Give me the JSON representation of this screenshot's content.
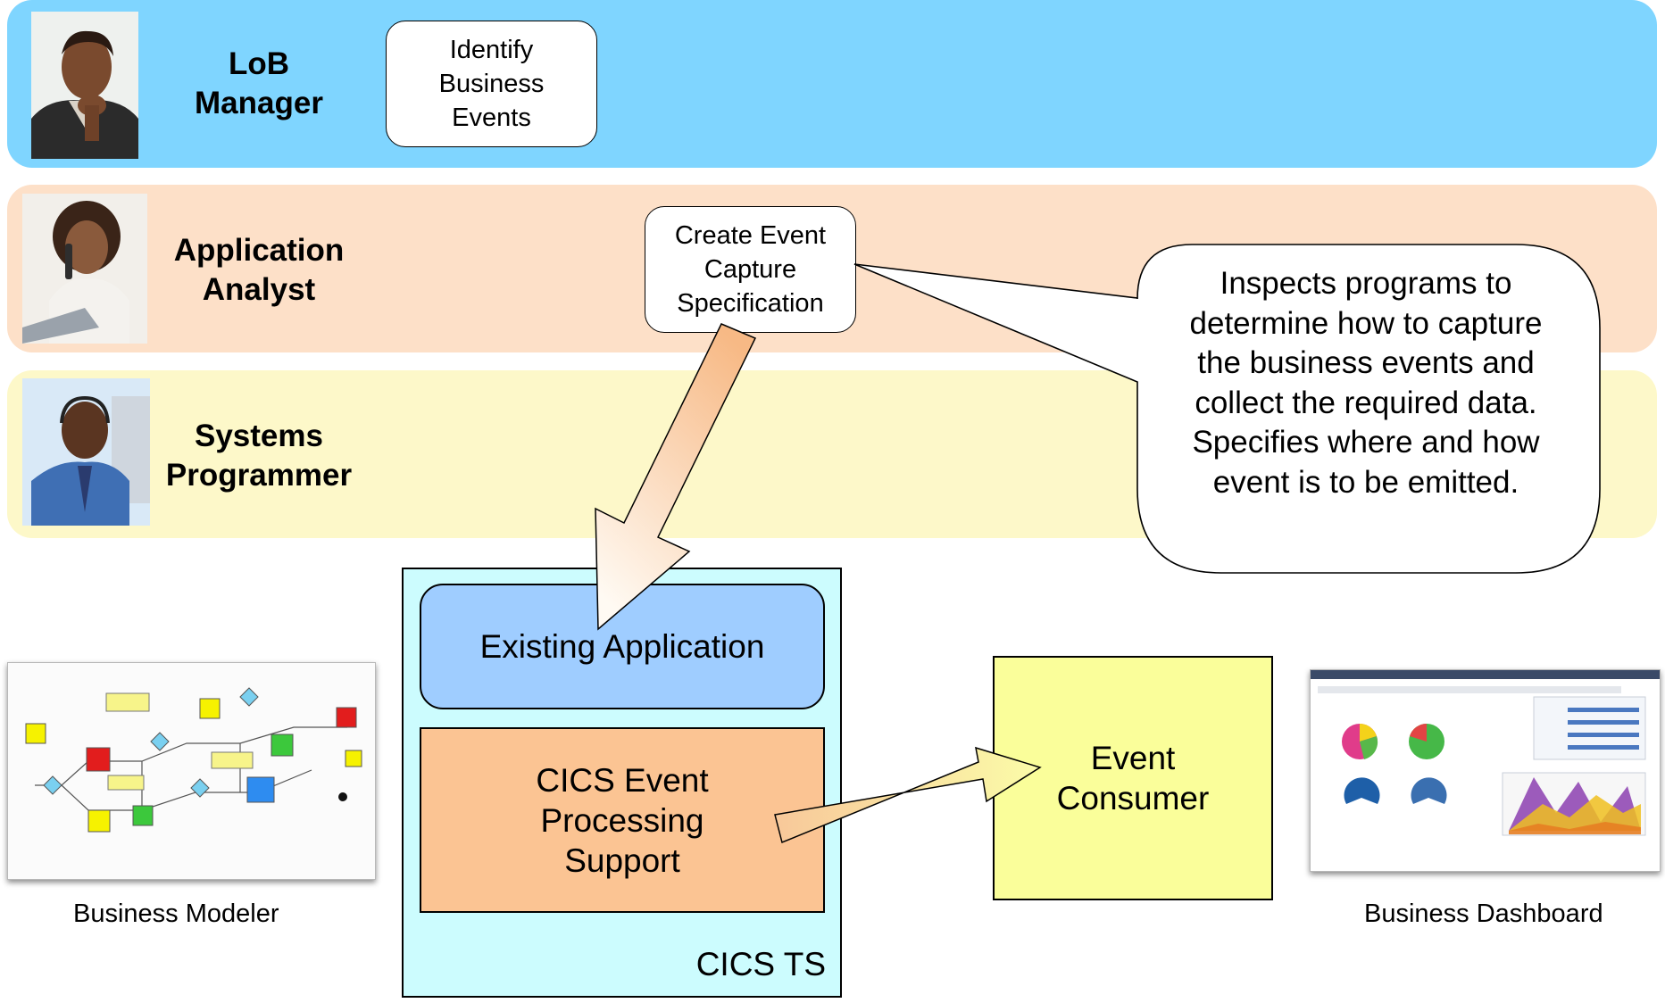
{
  "swimlanes": [
    {
      "role": [
        "LoB",
        "Manager"
      ],
      "color": "#7fd5ff"
    },
    {
      "role": [
        "Application",
        "Analyst"
      ],
      "color": "#fde0c8"
    },
    {
      "role": [
        "Systems",
        "Programmer"
      ],
      "color": "#fdf8c9"
    }
  ],
  "tasks": {
    "identify_events": [
      "Identify",
      "Business",
      "Events"
    ],
    "create_spec": [
      "Create Event",
      "Capture",
      "Specification"
    ]
  },
  "callout": [
    "Inspects programs to",
    "determine how to capture",
    "the business events and",
    "collect the required data.",
    "Specifies where and how",
    "event is to be emitted."
  ],
  "components": {
    "existing_application": "Existing Application",
    "cics_event_processing": [
      "CICS Event",
      "Processing",
      "Support"
    ],
    "cics_ts": "CICS TS",
    "event_consumer": [
      "Event",
      "Consumer"
    ]
  },
  "captions": {
    "business_modeler": "Business Modeler",
    "business_dashboard": "Business Dashboard"
  }
}
